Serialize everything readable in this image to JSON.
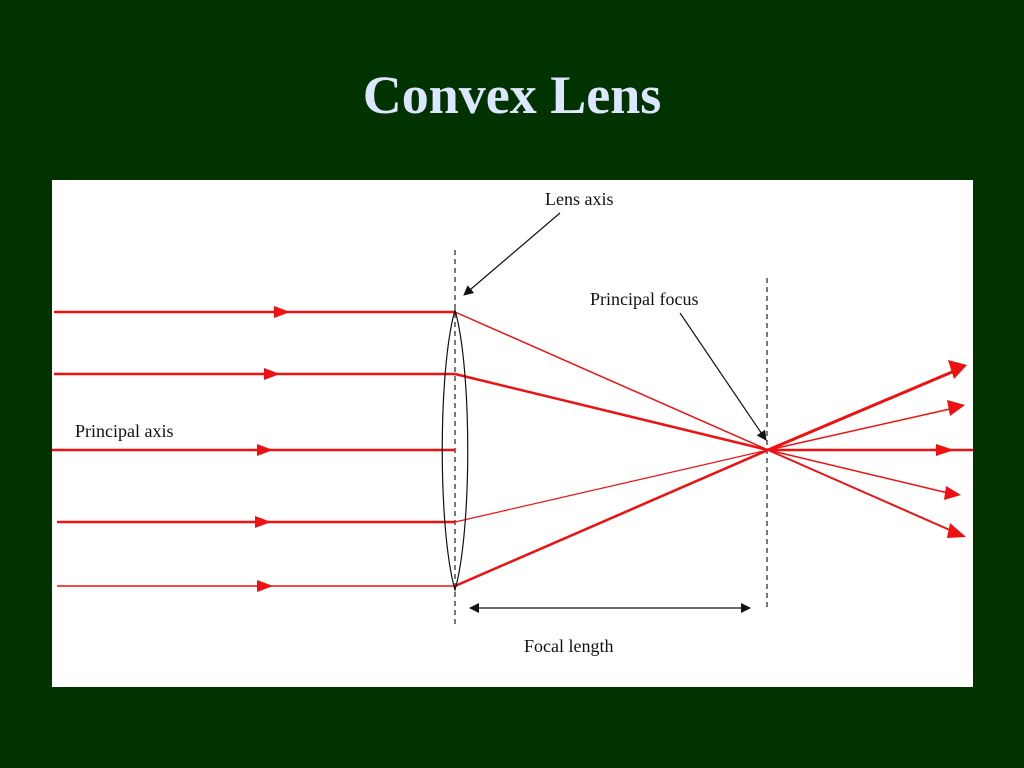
{
  "slide": {
    "title": "Convex Lens"
  },
  "diagram": {
    "labels": {
      "lens_axis": "Lens axis",
      "principal_focus": "Principal focus",
      "principal_axis": "Principal axis",
      "focal_length": "Focal length"
    },
    "colors": {
      "background": "#003300",
      "title": "#dde6ff",
      "panel": "#ffffff",
      "ray": "#ee1111",
      "annotation": "#111111"
    }
  }
}
